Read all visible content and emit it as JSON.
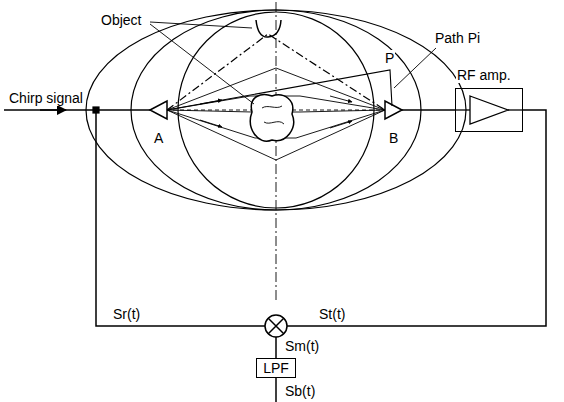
{
  "diagram": {
    "nodes": [
      {
        "text": [
          "RF amp."
        ]
      },
      {
        "text": [
          "LPF"
        ]
      }
    ],
    "labels": [
      "Object",
      "P",
      "Path Pi",
      "Chirp signal",
      "A",
      "B",
      "Sr(t)",
      "St(t)",
      "Sm(t)",
      "Sb(t)"
    ]
  }
}
